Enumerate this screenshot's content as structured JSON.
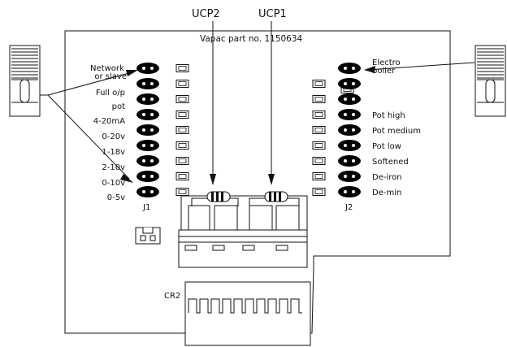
{
  "part_number": "Vapac part no. 1150634",
  "ucp_labels": [
    "UCP2",
    "UCP1"
  ],
  "j1_label": "J1",
  "j2_label": "J2",
  "cr2_label": "CR2",
  "j1_rows": [
    {
      "label_lines": [
        "Network",
        "or slave"
      ]
    },
    {
      "label_lines": [
        "Full o/p"
      ]
    },
    {
      "label_lines": [
        "pot"
      ]
    },
    {
      "label_lines": [
        "4-20mA"
      ]
    },
    {
      "label_lines": [
        "0-20v"
      ]
    },
    {
      "label_lines": [
        "1-18v"
      ]
    },
    {
      "label_lines": [
        "2-10v"
      ]
    },
    {
      "label_lines": [
        "0-10v"
      ]
    },
    {
      "label_lines": [
        "0-5v"
      ]
    }
  ],
  "j2_rows": [
    {
      "label_lines": [
        "Electro",
        "boiler"
      ]
    },
    {
      "label_lines": [
        ""
      ]
    },
    {
      "label_lines": [
        ""
      ]
    },
    {
      "label_lines": [
        "Pot high"
      ]
    },
    {
      "label_lines": [
        "Pot medium"
      ]
    },
    {
      "label_lines": [
        "Pot low"
      ]
    },
    {
      "label_lines": [
        "Softened"
      ]
    },
    {
      "label_lines": [
        "De-iron"
      ]
    },
    {
      "label_lines": [
        "De-min"
      ]
    }
  ],
  "colors": {
    "line": "#111111",
    "fill": "#ffffff",
    "pin": "#000000",
    "pin_dot": "#ffffff"
  }
}
